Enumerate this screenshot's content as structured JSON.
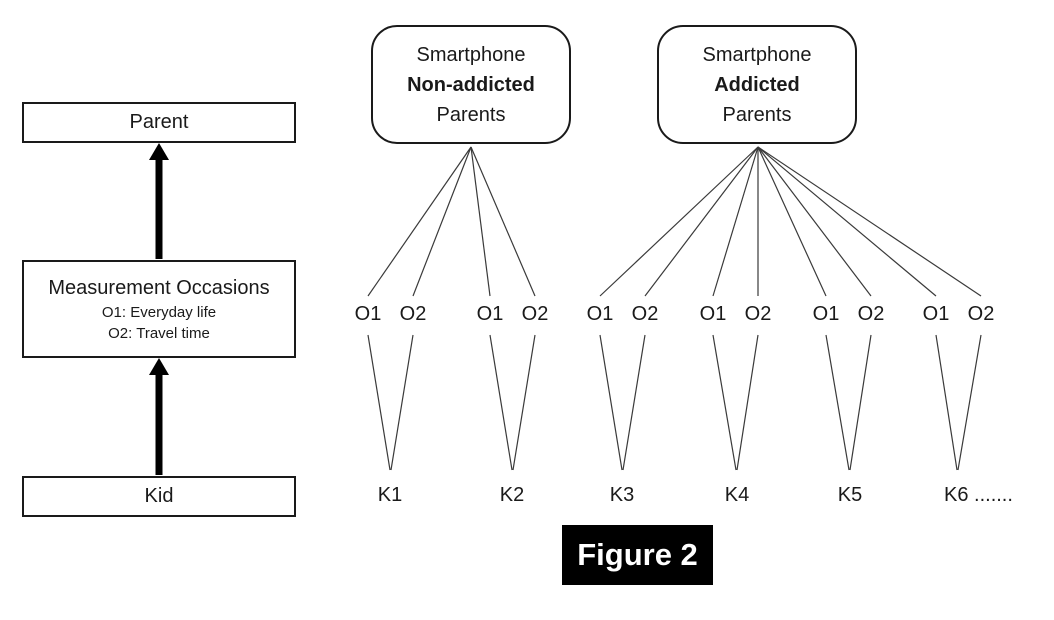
{
  "hierarchy": {
    "parent_label": "Parent",
    "measurement": {
      "title": "Measurement Occasions",
      "occasion1": "O1: Everyday life",
      "occasion2": "O2: Travel time"
    },
    "kid_label": "Kid"
  },
  "groups": [
    {
      "line1": "Smartphone",
      "line2": "Non-addicted",
      "line3": "Parents"
    },
    {
      "line1": "Smartphone",
      "line2": "Addicted",
      "line3": "Parents"
    }
  ],
  "occasion_labels": [
    "O1",
    "O2",
    "O1",
    "O2",
    "O1",
    "O2",
    "O1",
    "O2",
    "O1",
    "O2",
    "O1",
    "O2"
  ],
  "kid_labels": [
    "K1",
    "K2",
    "K3",
    "K4",
    "K5",
    "K6 ......."
  ],
  "figure": {
    "caption": "Figure 2"
  },
  "colors": {
    "line": "#3a3a3a",
    "border": "#1a1a1a",
    "arrow": "#000000",
    "caption_bg": "#000000",
    "caption_text": "#ffffff"
  }
}
